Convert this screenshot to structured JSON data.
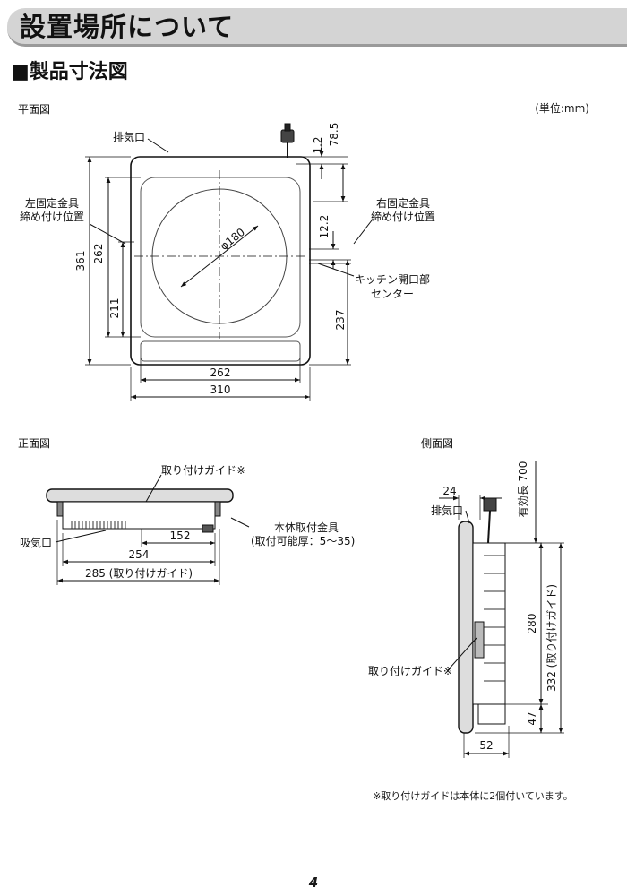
{
  "header": {
    "title": "設置場所について"
  },
  "section": {
    "title": "■製品寸法図"
  },
  "unit_note": "(単位:mm)",
  "plan_view": {
    "label": "平面図",
    "exhaust": "排気口",
    "left_bracket_line1": "左固定金具",
    "left_bracket_line2": "締め付け位置",
    "right_bracket_line1": "右固定金具",
    "right_bracket_line2": "締め付け位置",
    "kitchen_center_line1": "キッチン開口部",
    "kitchen_center_line2": "センター",
    "dims": {
      "d1_2": "1.2",
      "d78_5": "78.5",
      "d12_2": "12.2",
      "d180": "φ180",
      "d361": "361",
      "d262v": "262",
      "d211": "211",
      "d237": "237",
      "d262h": "262",
      "d310": "310"
    }
  },
  "front_view": {
    "label": "正面図",
    "guide": "取り付けガイド※",
    "intake": "吸気口",
    "mount_line1": "本体取付金具",
    "mount_line2": "(取付可能厚：5～35)",
    "dims": {
      "d152": "152",
      "d254": "254",
      "d285": "285 (取り付けガイド)"
    }
  },
  "side_view": {
    "label": "側面図",
    "exhaust": "排気口",
    "guide": "取り付けガイド※",
    "dims": {
      "d24": "24",
      "d700": "有効長 700",
      "d280": "280",
      "d332": "332 (取り付けガイド)",
      "d47": "47",
      "d52": "52"
    }
  },
  "footnote": "※取り付けガイドは本体に2個付いています。",
  "page_number": "4"
}
